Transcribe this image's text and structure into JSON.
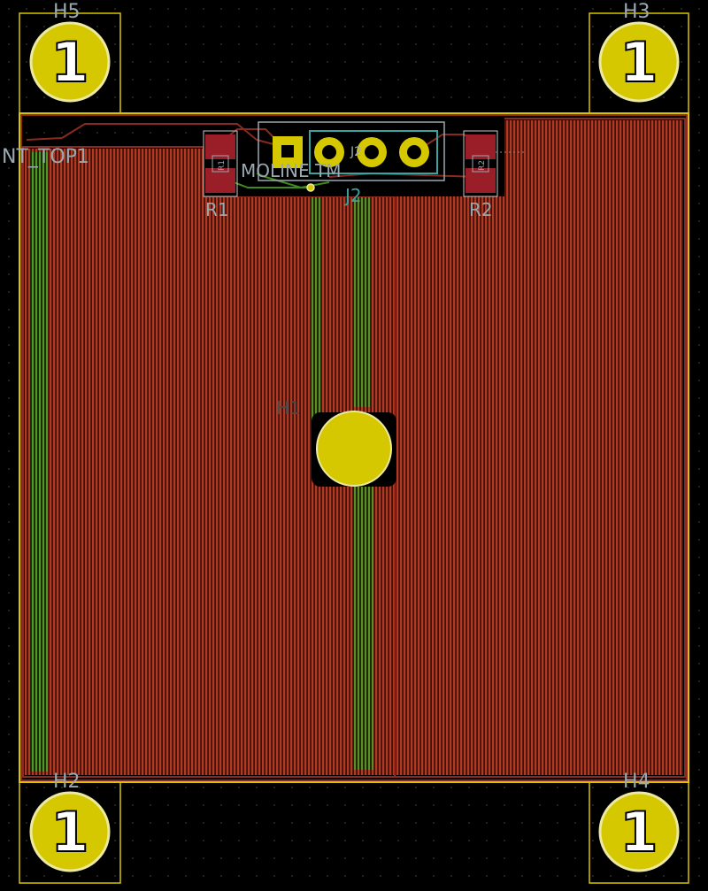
{
  "colors": {
    "background": "#000000",
    "grid_dot": "#3a3a3a",
    "edge_cuts": "#d8c400",
    "copper_red": "#8a2a20",
    "copper_green": "#3f8a1c",
    "fill_stripe": "#b33a22",
    "pad_gold": "#d6c800",
    "pad_ring": "#ece9a0",
    "smd_pad": "#9a1e28",
    "silk_teal": "#3aa3a0",
    "fab_grey": "#9aa8b0",
    "silk_white": "#e8e8e8",
    "courtyard": "#c8c8c8"
  },
  "labels": {
    "h5": "H5",
    "h3": "H3",
    "h2": "H2",
    "h4": "H4",
    "h1": "H1",
    "nettie": "NT_TOP1",
    "r1": "R1",
    "r2": "R2",
    "j_ref": "J2",
    "j_value": "MOLINE TM",
    "r1_fab": "R1",
    "r2_fab": "R2",
    "j_fab": "J2"
  },
  "pads": {
    "mount_hole_number": "1"
  },
  "icons": {
    "mounting_hole": "circle-pad-icon",
    "through_hole_pad": "round-pad-icon",
    "square_pad": "square-pad-icon"
  }
}
